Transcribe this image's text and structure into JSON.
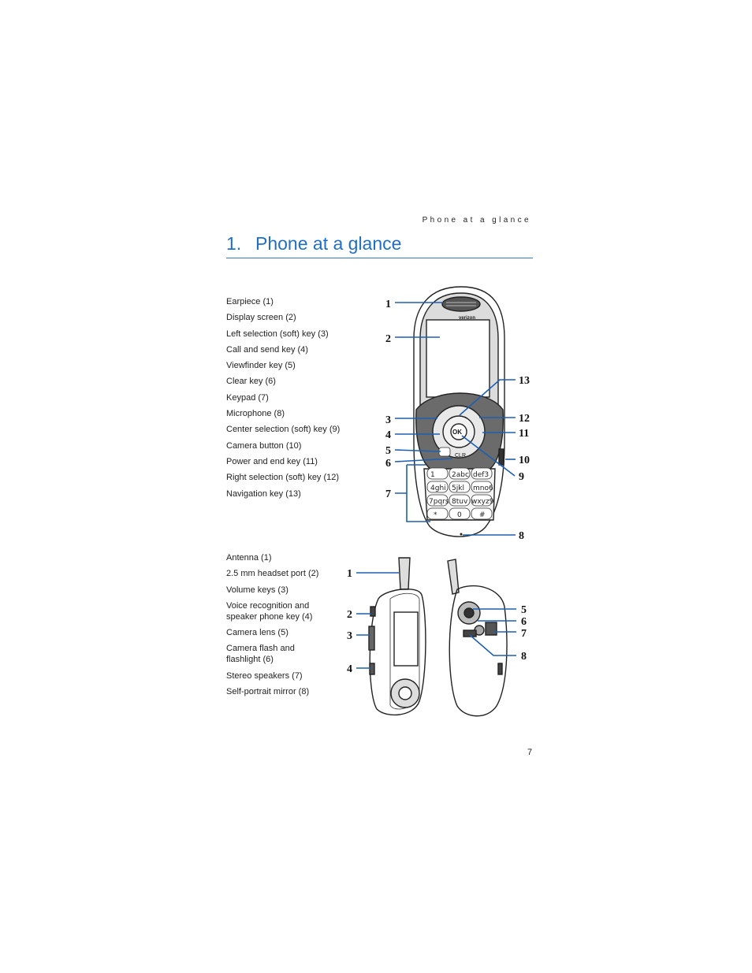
{
  "running_header": "Phone at a glance",
  "chapter": {
    "number": "1.",
    "title": "Phone at a glance"
  },
  "front_list": [
    "Earpiece (1)",
    "Display screen (2)",
    "Left selection (soft) key (3)",
    "Call and send key (4)",
    "Viewfinder key (5)",
    "Clear key (6)",
    "Keypad (7)",
    "Microphone (8)",
    "Center selection (soft) key (9)",
    "Camera button (10)",
    "Power and end key (11)",
    "Right selection (soft) key (12)",
    "Navigation key (13)"
  ],
  "side_list": [
    "Antenna (1)",
    "2.5 mm headset port (2)",
    "Volume keys (3)",
    "Voice recognition and speaker phone key (4)",
    "Camera lens (5)",
    "Camera flash and flashlight (6)",
    "Stereo speakers (7)",
    "Self-portrait mirror (8)"
  ],
  "front_figure": {
    "brand": "verizon",
    "ok_label": "OK",
    "clear_label": "CLR",
    "callouts": [
      "1",
      "2",
      "3",
      "4",
      "5",
      "6",
      "7",
      "8",
      "9",
      "10",
      "11",
      "12",
      "13"
    ]
  },
  "side_figure": {
    "callouts_left": [
      "1",
      "2",
      "3",
      "4"
    ],
    "callouts_right": [
      "5",
      "6",
      "7",
      "8"
    ]
  },
  "keypad": [
    [
      "1",
      "2abc",
      "def3"
    ],
    [
      "4ghi",
      "5jkl",
      "mno6"
    ],
    [
      "7pqrs",
      "8tuv",
      "wxyz9"
    ],
    [
      "*",
      "0",
      "#"
    ]
  ],
  "page_number": "7"
}
